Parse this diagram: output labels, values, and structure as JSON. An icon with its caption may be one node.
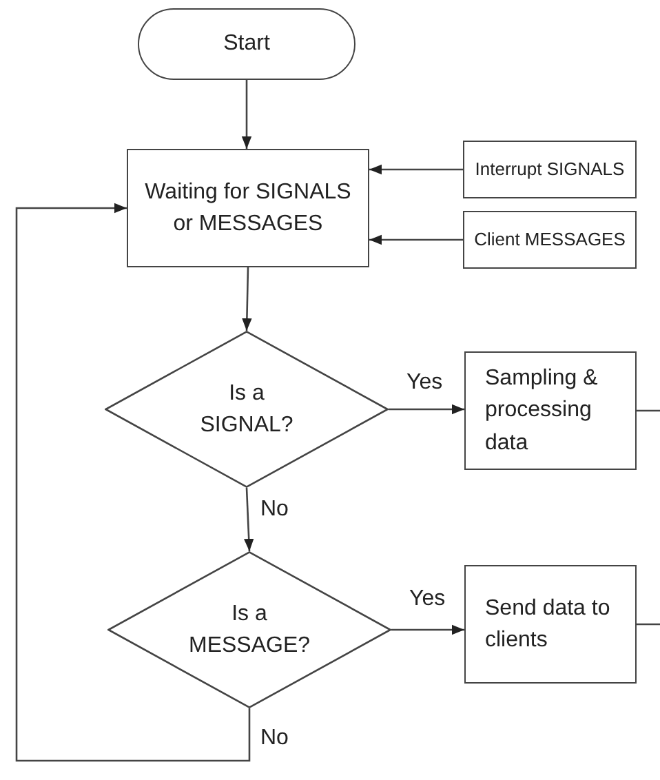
{
  "diagram": {
    "nodes": [
      {
        "text": [
          "Start"
        ]
      },
      {
        "text": [
          "Waiting for SIGNALS or MESSAGES"
        ]
      },
      {
        "text": [
          "Interrupt SIGNALS"
        ]
      },
      {
        "text": [
          "Client MESSAGES"
        ]
      },
      {
        "text": [
          "Is a SIGNAL?"
        ]
      },
      {
        "text": [
          "Sampling & processing data"
        ]
      },
      {
        "text": [
          "Is a MESSAGE?"
        ]
      },
      {
        "text": [
          "Send data to clients"
        ]
      }
    ],
    "edges": [
      {
        "from": 0,
        "to": 1,
        "arrow": "to"
      },
      {
        "from": 2,
        "to": 1,
        "arrow": "to"
      },
      {
        "from": 3,
        "to": 1,
        "arrow": "to"
      },
      {
        "from": 1,
        "to": 4,
        "arrow": "to"
      },
      {
        "from": 4,
        "to": 5,
        "arrow": "to",
        "label": "Yes"
      },
      {
        "from": 4,
        "to": 6,
        "arrow": "to",
        "label": "No"
      },
      {
        "from": 6,
        "to": 7,
        "arrow": "to",
        "label": "Yes"
      },
      {
        "from": 6,
        "to": 1,
        "arrow": "to",
        "label": "No"
      },
      {
        "from": 5,
        "to": null,
        "arrow": "none"
      },
      {
        "from": 7,
        "to": null,
        "arrow": "none"
      }
    ]
  }
}
